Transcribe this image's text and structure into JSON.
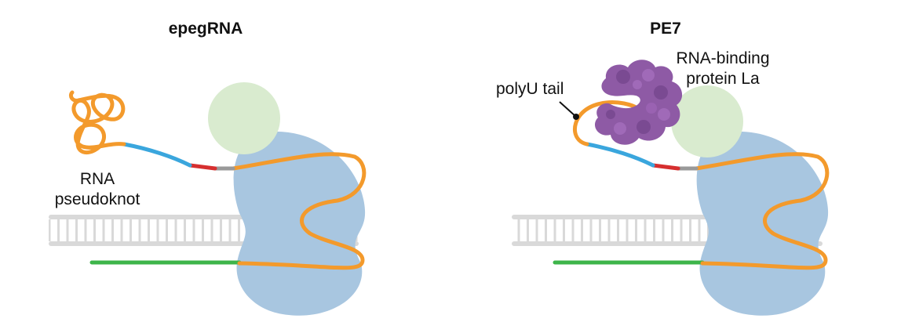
{
  "panels": {
    "left": {
      "title": "epegRNA",
      "label_line1": "RNA",
      "label_line2": "pseudoknot"
    },
    "right": {
      "title": "PE7",
      "protein_label_line1": "RNA-binding",
      "protein_label_line2": "protein La",
      "tail_label": "polyU tail"
    }
  },
  "colors": {
    "rna_strand": "#F39A2C",
    "spacer_segment": "#3AA6DD",
    "pbs_segment": "#D62F2F",
    "linker_segment": "#999999",
    "dna_backbone": "#D9D9D9",
    "target_strand": "#3DB54A",
    "cas9_body": "#A8C6E0",
    "hnh_domain": "#D9EBCF",
    "la_protein": "#8E5AA5",
    "annotation": "#111111"
  },
  "icons": [
    "dna-ladder-icon",
    "cas9-protein-icon",
    "la-protein-icon",
    "pseudoknot-icon"
  ]
}
